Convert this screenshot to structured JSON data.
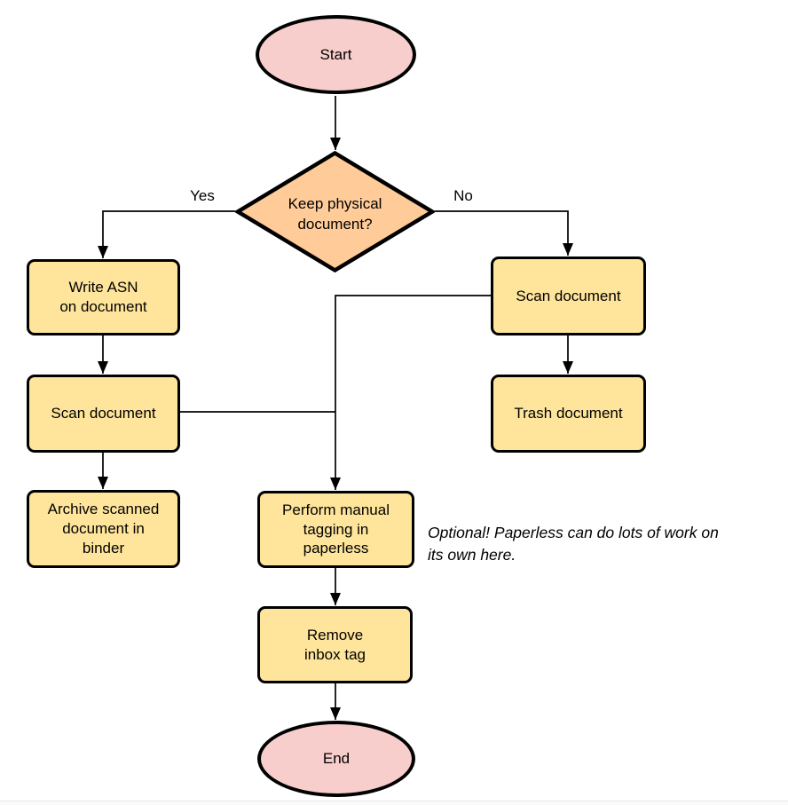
{
  "colors": {
    "terminator_fill": "#f8cecc",
    "decision_fill": "#ffcc99",
    "process_fill": "#ffe59b",
    "stroke": "#000000",
    "background": "#ffffff"
  },
  "diagram": {
    "nodes": {
      "start": "Start",
      "decision": "Keep physical\ndocument?",
      "write_asn": "Write ASN\non document",
      "scan_left": "Scan document",
      "archive": "Archive scanned\ndocument in\nbinder",
      "scan_right": "Scan document",
      "trash": "Trash document",
      "tagging": "Perform manual\ntagging in\npaperless",
      "remove_inbox": "Remove\ninbox tag",
      "end": "End"
    },
    "edge_labels": {
      "yes": "Yes",
      "no": "No"
    },
    "note": "Optional! Paperless can do lots of work on\nits own here."
  }
}
